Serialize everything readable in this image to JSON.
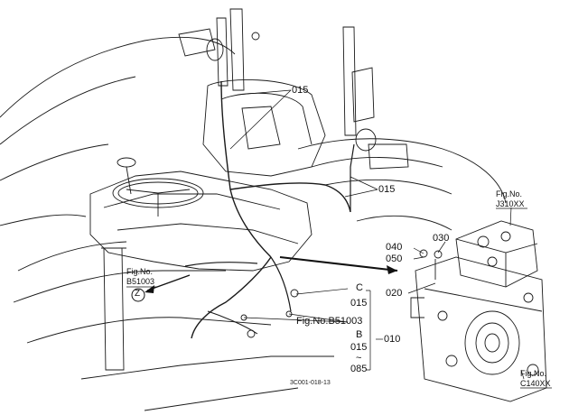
{
  "callouts": {
    "p015_top": "015",
    "p015_right": "015",
    "p040": "040",
    "p030": "030",
    "p050": "050",
    "p020": "020",
    "pC": "C",
    "p015_mid": "015",
    "fig_b51003_inline": "Fig.No.B51003",
    "pB": "B",
    "p015_low": "015",
    "tilde": "~",
    "p085": "085",
    "p010": "010"
  },
  "fig_refs": {
    "j310": {
      "line1": "Fig.No.",
      "line2": "J310XX"
    },
    "b51003": {
      "line1": "Fig.No.",
      "line2": "B51003"
    },
    "c140": {
      "line1": "Fig.No.",
      "line2": "C140XX"
    }
  },
  "zone_marker": "Z",
  "drawing_code": "3C001-018-13"
}
